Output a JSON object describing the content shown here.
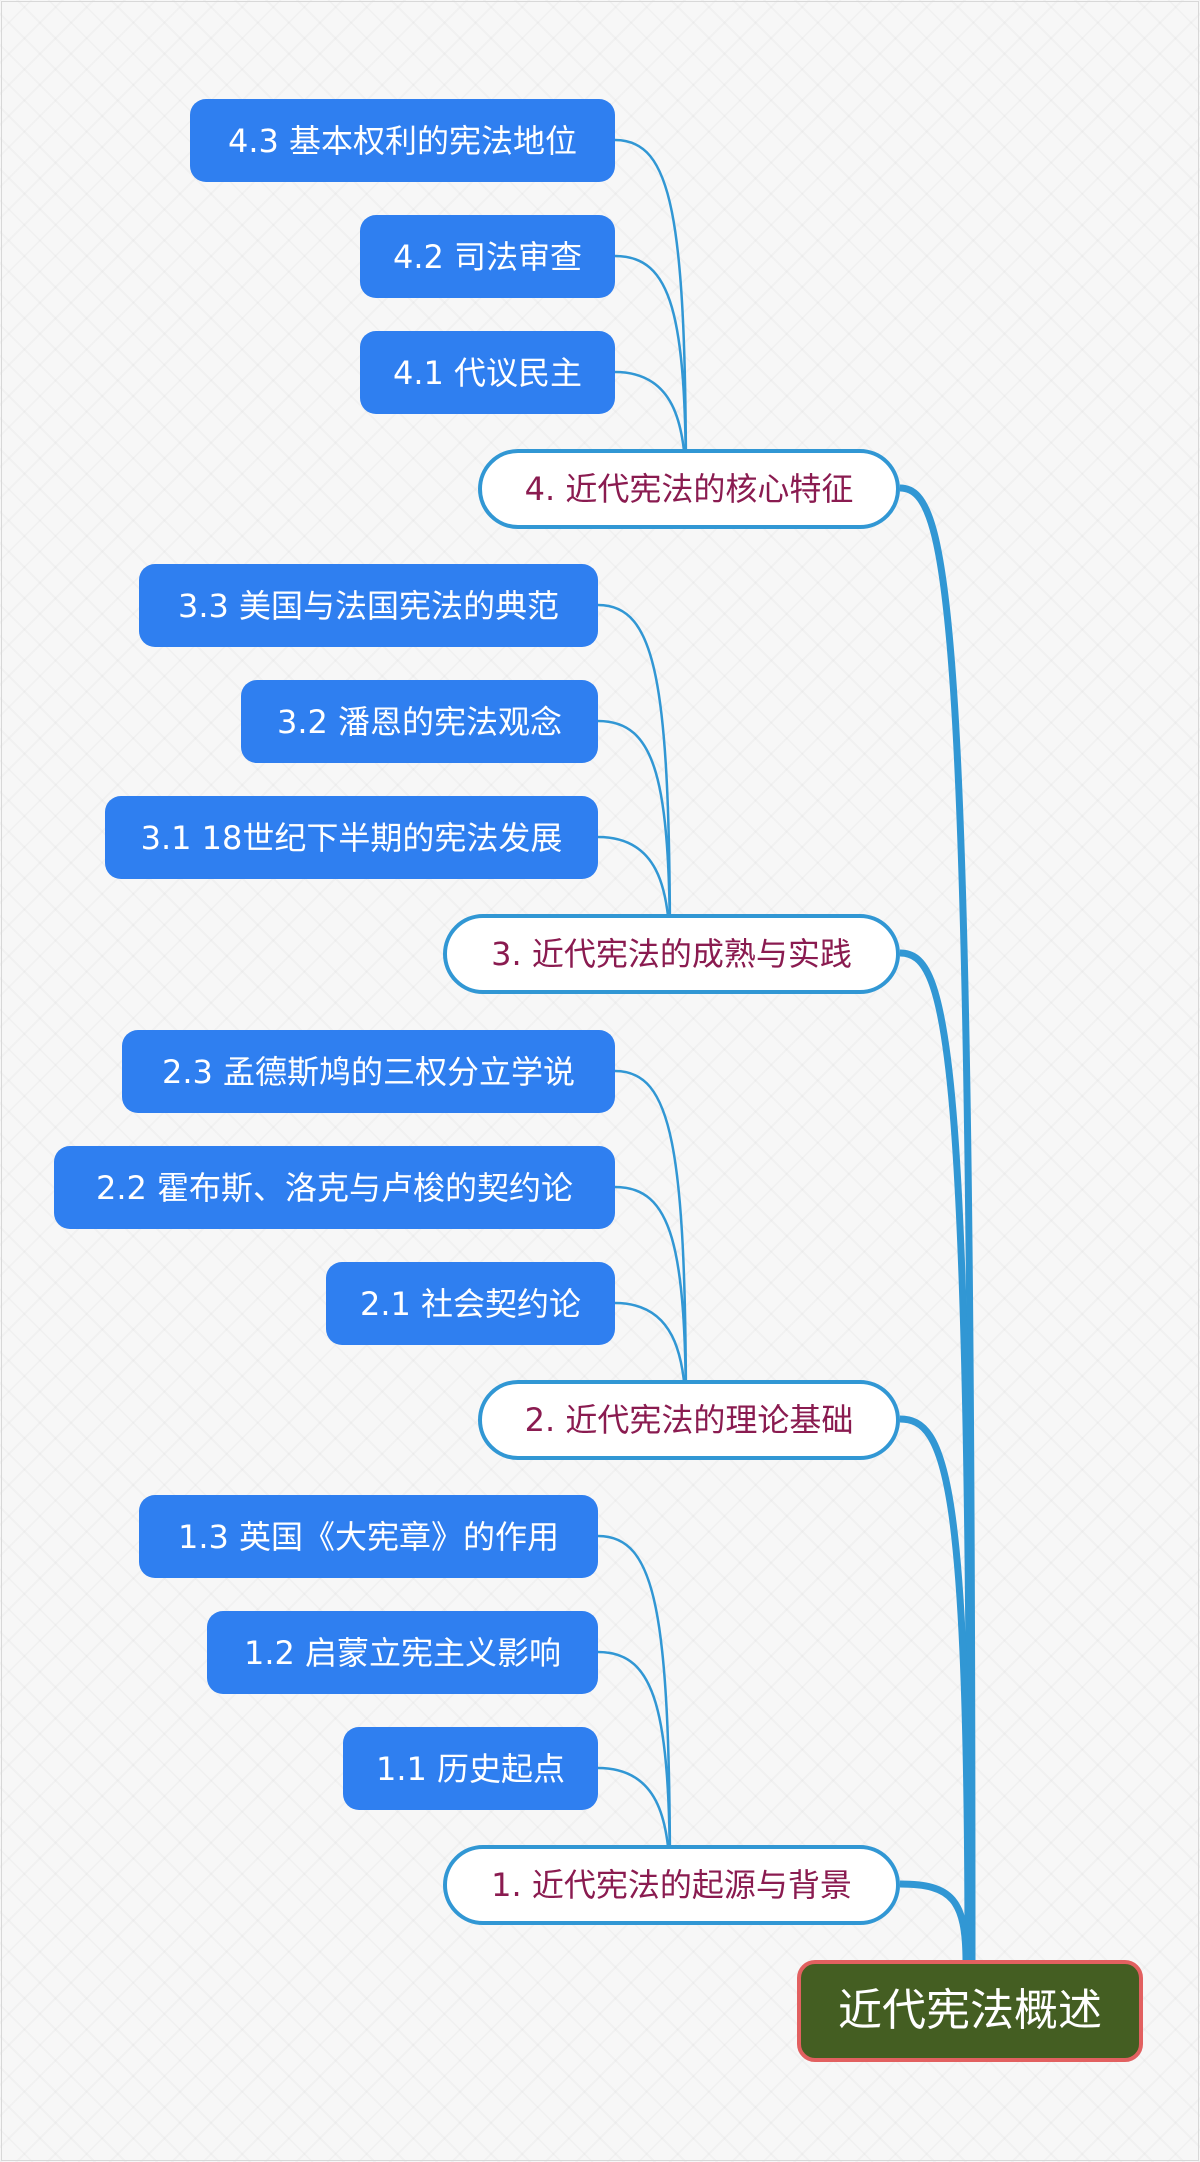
{
  "root": {
    "label": "近代宪法概述"
  },
  "branches": [
    {
      "label": "4. 近代宪法的核心特征",
      "children": [
        "4.3 基本权利的宪法地位",
        "4.2 司法审查",
        "4.1 代议民主"
      ]
    },
    {
      "label": "3. 近代宪法的成熟与实践",
      "children": [
        "3.3 美国与法国宪法的典范",
        "3.2 潘恩的宪法观念",
        "3.1 18世纪下半期的宪法发展"
      ]
    },
    {
      "label": "2. 近代宪法的理论基础",
      "children": [
        "2.3 孟德斯鸠的三权分立学说",
        "2.2 霍布斯、洛克与卢梭的契约论",
        "2.1 社会契约论"
      ]
    },
    {
      "label": "1. 近代宪法的起源与背景",
      "children": [
        "1.3 英国《大宪章》的作用",
        "1.2 启蒙立宪主义影响",
        "1.1 历史起点"
      ]
    }
  ],
  "colors": {
    "leaf_fill": "#2f7ff0",
    "branch_border": "#3197d4",
    "branch_text": "#8a1b50",
    "root_fill": "#445e22",
    "root_border": "#e26060",
    "connector": "#3197d4"
  }
}
